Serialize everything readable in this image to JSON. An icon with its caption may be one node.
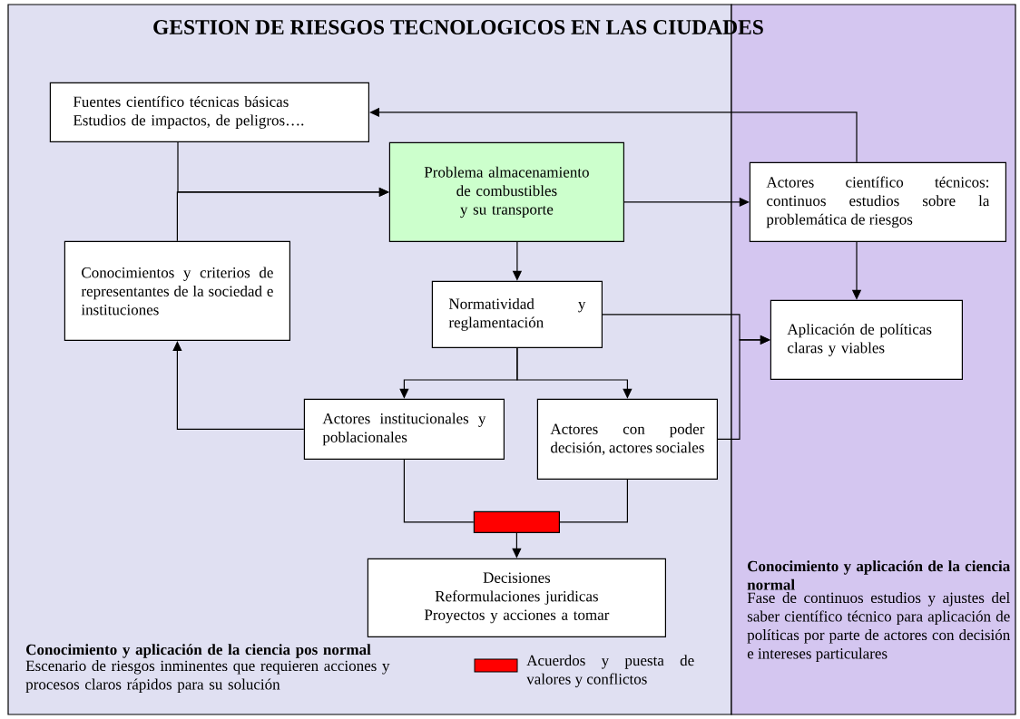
{
  "diagram": {
    "title": "GESTION DE RIESGOS TECNOLOGICOS  EN LAS CIUDADES",
    "nodes": [
      {
        "text": [
          "Conocimiento y aplicación de la ciencia pos normal",
          "Escenario de riesgos inminentes que requieren acciones y procesos claros rápidos para su solución"
        ]
      },
      {
        "text": [
          "Conocimiento y aplicación de la ciencia normal",
          "Fase de continuos estudios y ajustes del saber científico técnico para aplicación de políticas por parte de actores con decisión  e intereses particulares"
        ]
      },
      {
        "text": [
          "Fuentes científico técnicas básicas",
          "Estudios de impactos, de peligros…."
        ],
        "in": 0
      },
      {
        "text": [
          "Problema almacenamiento de combustibles y  su transporte"
        ],
        "in": 0
      },
      {
        "text": [
          "Conocimientos  y criterios de representantes de la sociedad e instituciones"
        ],
        "in": 0
      },
      {
        "text": [
          "Normatividad y reglamentación"
        ],
        "in": 0
      },
      {
        "text": [
          "Actores institucionales y poblacionales"
        ],
        "in": 0
      },
      {
        "text": [
          "Actores con poder decisión, actores sociales"
        ],
        "in": 0
      },
      {
        "text": [],
        "shape": "bar",
        "in": 0
      },
      {
        "text": [
          "Decisiones",
          "Reformulaciones juridicas",
          "Proyectos y acciones a tomar"
        ],
        "in": 0
      },
      {
        "text": [
          "Actores científico técnicos: continuos estudios sobre la problemática de riesgos"
        ],
        "in": 1
      },
      {
        "text": [
          "Aplicación de políticas claras y viables"
        ],
        "in": 1
      }
    ],
    "edges": [
      {
        "from": 2,
        "to": 3,
        "arrow": "to"
      },
      {
        "from": 4,
        "to": 3,
        "arrow": "to"
      },
      {
        "from": 3,
        "to": 10,
        "arrow": "to"
      },
      {
        "from": 10,
        "to": 2,
        "arrow": "to"
      },
      {
        "from": 10,
        "to": 11,
        "arrow": "to"
      },
      {
        "from": 3,
        "to": 5,
        "arrow": "to"
      },
      {
        "from": 5,
        "to": 6,
        "arrow": "to"
      },
      {
        "from": 5,
        "to": 7,
        "arrow": "to"
      },
      {
        "from": 6,
        "to": 4,
        "arrow": "to"
      },
      {
        "from": 5,
        "to": 11,
        "arrow": "to"
      },
      {
        "from": 7,
        "to": 11,
        "arrow": "to"
      },
      {
        "from": 6,
        "to": 8,
        "arrow": "none"
      },
      {
        "from": 7,
        "to": 8,
        "arrow": "none"
      },
      {
        "from": 8,
        "to": 9,
        "arrow": "to"
      }
    ],
    "legend": [
      {
        "text": "Acuerdos  y puesta de valores y conflictos",
        "color": "#ff0000"
      }
    ]
  }
}
